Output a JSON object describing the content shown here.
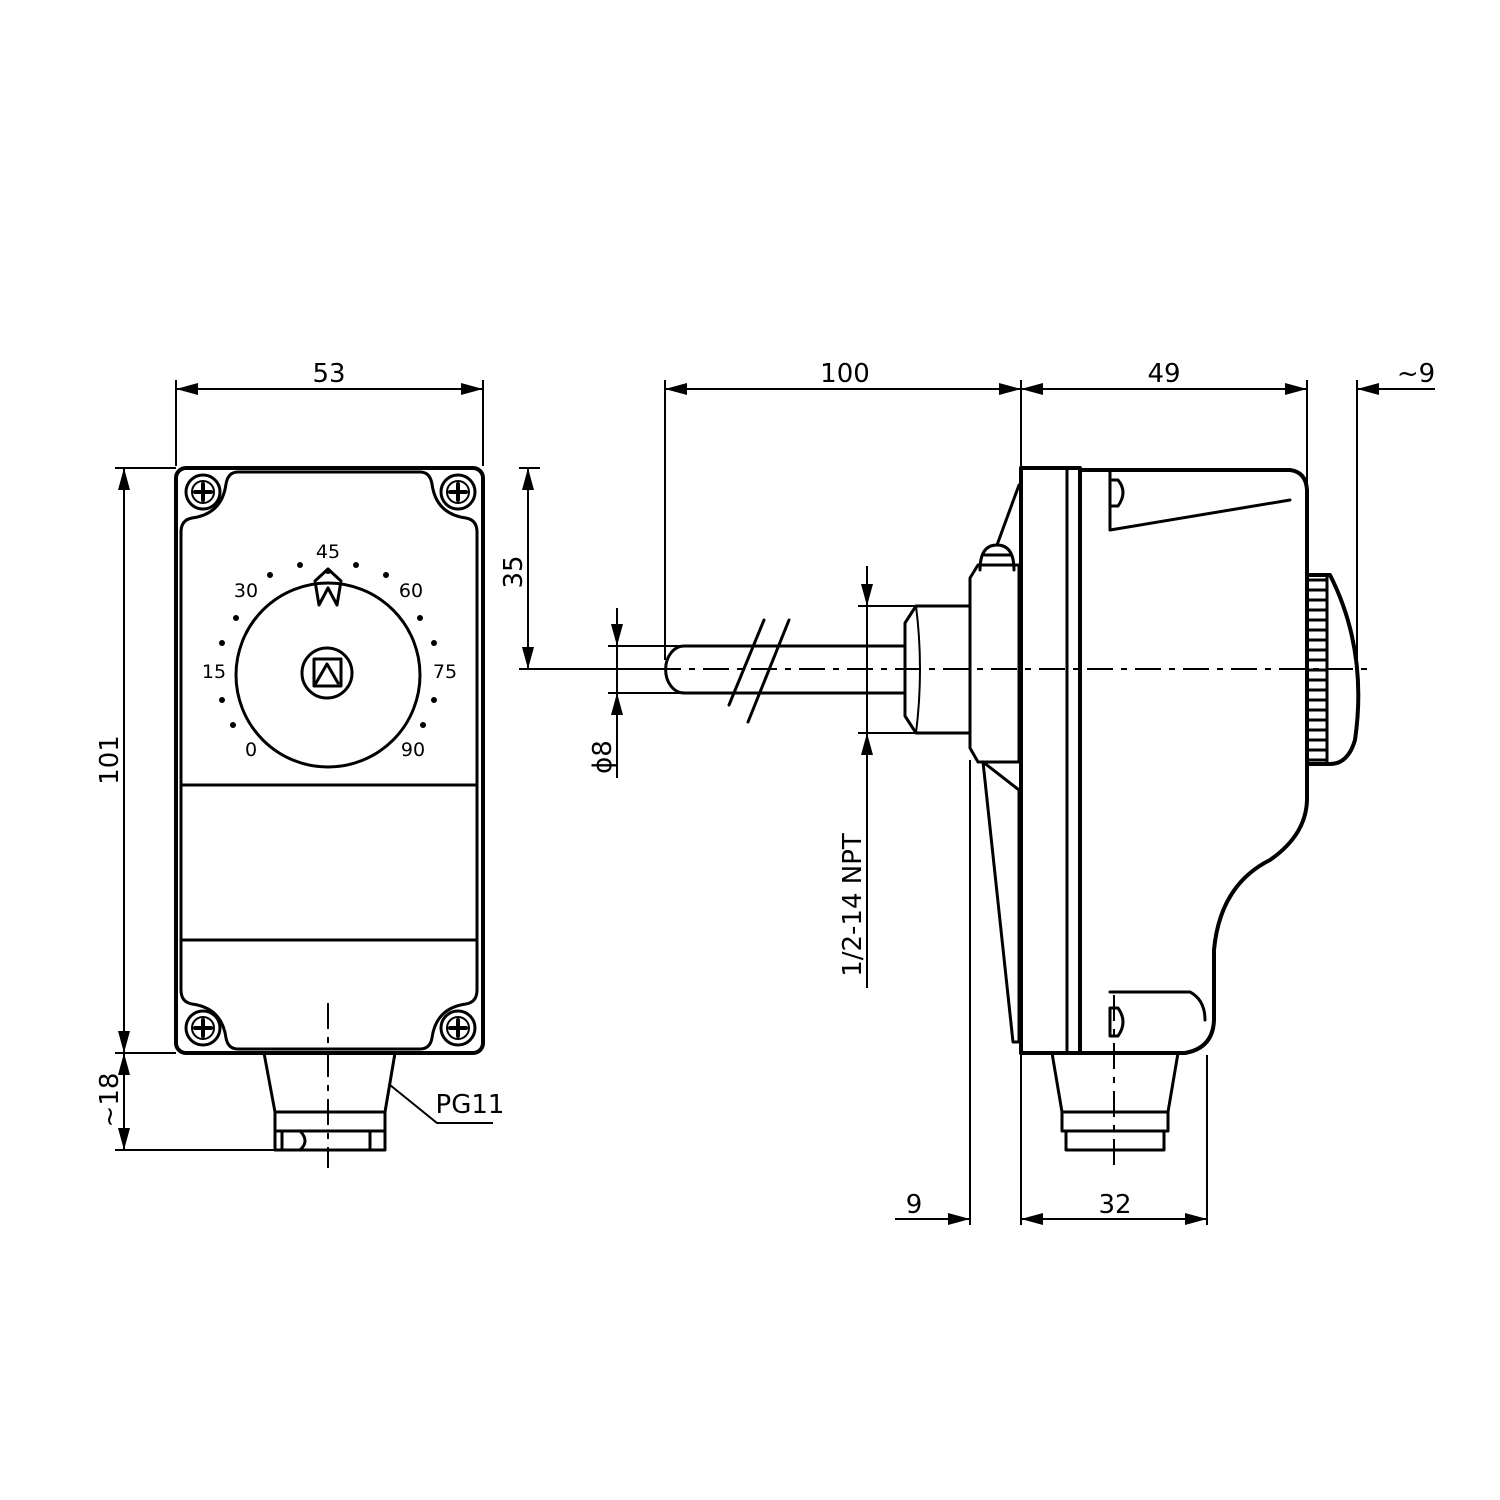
{
  "front_view": {
    "width_label": "53",
    "height_label": "101",
    "gland_height_label": "~18",
    "gland_label": "PG11",
    "dial_scale": [
      "0",
      "15",
      "30",
      "45",
      "60",
      "75",
      "90"
    ]
  },
  "side_view": {
    "probe_length_label": "100",
    "body_depth_label": "49",
    "knob_depth_label": "~9",
    "probe_offset_label": "35",
    "probe_diameter_label": "ϕ8",
    "thread_label": "1/2-14  NPT",
    "flange_label": "9",
    "base_label": "32"
  }
}
